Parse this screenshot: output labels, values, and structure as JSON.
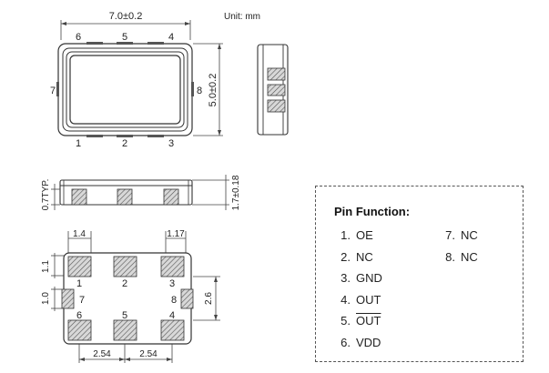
{
  "unit_label": "Unit: mm",
  "top_view": {
    "width_dim": "7.0±0.2",
    "height_dim": "5.0±0.2",
    "pin_labels": {
      "p1": "1",
      "p2": "2",
      "p3": "3",
      "p4": "4",
      "p5": "5",
      "p6": "6",
      "p7": "7",
      "p8": "8"
    }
  },
  "front_view": {
    "pad_height_dim": "0.7TYP.",
    "height_dim": "1.7±0.18"
  },
  "bottom_view": {
    "pad_width_dim": "1.4",
    "pad_width_dim2": "1.17",
    "pad_height_dim": "1.1",
    "side_pad_height_dim": "1.0",
    "side_pad_span_dim": "2.6",
    "pitch_left_dim": "2.54",
    "pitch_right_dim": "2.54",
    "pin_labels": {
      "p1": "1",
      "p2": "2",
      "p3": "3",
      "p4": "4",
      "p5": "5",
      "p6": "6",
      "p7": "7",
      "p8": "8"
    }
  },
  "pin_function": {
    "title": "Pin Function:",
    "pins": [
      {
        "num": "1.",
        "name": "OE"
      },
      {
        "num": "2.",
        "name": "NC"
      },
      {
        "num": "3.",
        "name": "GND"
      },
      {
        "num": "4.",
        "name": "OUT"
      },
      {
        "num": "5.",
        "name": "OUT"
      },
      {
        "num": "6.",
        "name": "VDD"
      },
      {
        "num": "7.",
        "name": "NC"
      },
      {
        "num": "8.",
        "name": "NC"
      }
    ]
  }
}
